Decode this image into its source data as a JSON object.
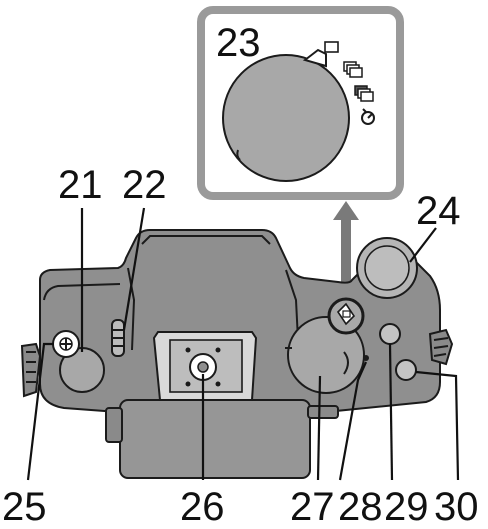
{
  "figure": {
    "inset_label": "23",
    "callouts": {
      "c21": "21",
      "c22": "22",
      "c24": "24",
      "c25": "25",
      "c26": "26",
      "c27": "27",
      "c28": "28",
      "c29": "29",
      "c30": "30"
    },
    "colors": {
      "inset_border": "#9a9a9a",
      "inset_background": "#ffffff",
      "camera_body": "#8f8f8f",
      "dial": "#a8a8a8",
      "arrow": "#7a7a7a"
    },
    "icons": [
      "single-frame-icon",
      "burst-icon",
      "auto-bracket-icon",
      "self-timer-icon"
    ]
  }
}
